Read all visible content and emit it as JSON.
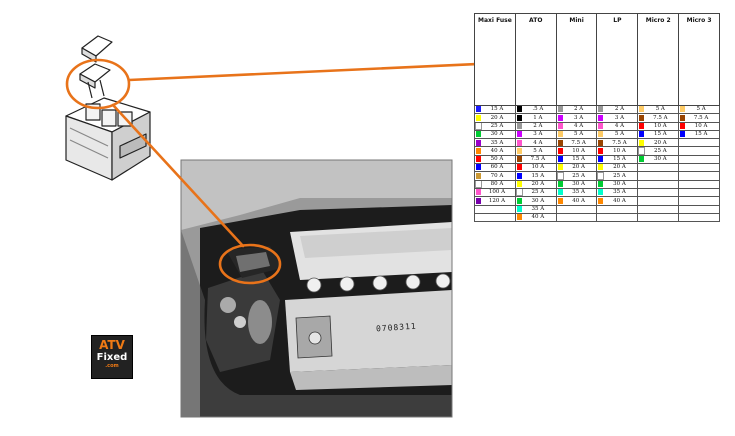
{
  "fuse_chart": {
    "columns": [
      {
        "name": "Maxi Fuse",
        "fuse_color": "#f5f000",
        "ratings": [
          {
            "label": "15 A",
            "color": "#1a1aff"
          },
          {
            "label": "20 A",
            "color": "#ffff00"
          },
          {
            "label": "25 A",
            "color": "#ffffff"
          },
          {
            "label": "30 A",
            "color": "#00cc33"
          },
          {
            "label": "35 A",
            "color": "#9900cc"
          },
          {
            "label": "40 A",
            "color": "#ff8800"
          },
          {
            "label": "50 A",
            "color": "#ff0000"
          },
          {
            "label": "60 A",
            "color": "#0000ff"
          },
          {
            "label": "70 A",
            "color": "#cc9933"
          },
          {
            "label": "80 A",
            "color": "#ffffff"
          },
          {
            "label": "100 A",
            "color": "#ff55cc"
          },
          {
            "label": "120 A",
            "color": "#7700aa"
          }
        ]
      },
      {
        "name": "ATO",
        "fuse_color": "#f5f000",
        "ratings": [
          {
            "label": ".5 A",
            "color": "#000000"
          },
          {
            "label": "1 A",
            "color": "#000000"
          },
          {
            "label": "2 A",
            "color": "#999999"
          },
          {
            "label": "3 A",
            "color": "#cc00ff"
          },
          {
            "label": "4 A",
            "color": "#ff55cc"
          },
          {
            "label": "5 A",
            "color": "#ffcc66"
          },
          {
            "label": "7.5 A",
            "color": "#994400"
          },
          {
            "label": "10 A",
            "color": "#ff0000"
          },
          {
            "label": "15 A",
            "color": "#0000ff"
          },
          {
            "label": "20 A",
            "color": "#ffff00"
          },
          {
            "label": "25 A",
            "color": "#ffffff"
          },
          {
            "label": "30 A",
            "color": "#00cc33"
          },
          {
            "label": "35 A",
            "color": "#00ffcc"
          },
          {
            "label": "40 A",
            "color": "#ff8800"
          }
        ]
      },
      {
        "name": "Mini",
        "fuse_color": "#ff33dd",
        "ratings": [
          {
            "label": "2 A",
            "color": "#999999"
          },
          {
            "label": "3 A",
            "color": "#cc00ff"
          },
          {
            "label": "4 A",
            "color": "#ff55cc"
          },
          {
            "label": "5 A",
            "color": "#ffcc66"
          },
          {
            "label": "7.5 A",
            "color": "#994400"
          },
          {
            "label": "10 A",
            "color": "#ff0000"
          },
          {
            "label": "15 A",
            "color": "#0000ff"
          },
          {
            "label": "20 A",
            "color": "#ffff00"
          },
          {
            "label": "25 A",
            "color": "#ffffff"
          },
          {
            "label": "30 A",
            "color": "#00cc33"
          },
          {
            "label": "35 A",
            "color": "#00ffcc"
          },
          {
            "label": "40 A",
            "color": "#ff8800"
          }
        ]
      },
      {
        "name": "LP",
        "fuse_color": "#33e6e6",
        "ratings": [
          {
            "label": "2 A",
            "color": "#999999"
          },
          {
            "label": "3 A",
            "color": "#cc00ff"
          },
          {
            "label": "4 A",
            "color": "#ff55cc"
          },
          {
            "label": "5 A",
            "color": "#ffcc66"
          },
          {
            "label": "7.5 A",
            "color": "#994400"
          },
          {
            "label": "10 A",
            "color": "#ff0000"
          },
          {
            "label": "15 A",
            "color": "#0000ff"
          },
          {
            "label": "20 A",
            "color": "#ffff00"
          },
          {
            "label": "25 A",
            "color": "#ffffff"
          },
          {
            "label": "30 A",
            "color": "#00cc33"
          },
          {
            "label": "35 A",
            "color": "#00ffcc"
          },
          {
            "label": "40 A",
            "color": "#ff8800"
          }
        ]
      },
      {
        "name": "Micro 2",
        "fuse_color": "#88ee88",
        "ratings": [
          {
            "label": "5 A",
            "color": "#ffcc66"
          },
          {
            "label": "7.5 A",
            "color": "#994400"
          },
          {
            "label": "10 A",
            "color": "#ff0000"
          },
          {
            "label": "15 A",
            "color": "#0000ff"
          },
          {
            "label": "20 A",
            "color": "#ffff00"
          },
          {
            "label": "25 A",
            "color": "#ffffff"
          },
          {
            "label": "30 A",
            "color": "#00cc33"
          }
        ]
      },
      {
        "name": "Micro 3",
        "fuse_color": "#0a1acc",
        "ratings": [
          {
            "label": "5 A",
            "color": "#ffcc66"
          },
          {
            "label": "7.5 A",
            "color": "#994400"
          },
          {
            "label": "10 A",
            "color": "#ff0000"
          },
          {
            "label": "15 A",
            "color": "#0000ff"
          }
        ]
      }
    ]
  },
  "callout_color": "#e8731a",
  "logo": {
    "line1": "ATV",
    "line2": "Fixed",
    "line3": ".com"
  },
  "photo_text": "0708311"
}
